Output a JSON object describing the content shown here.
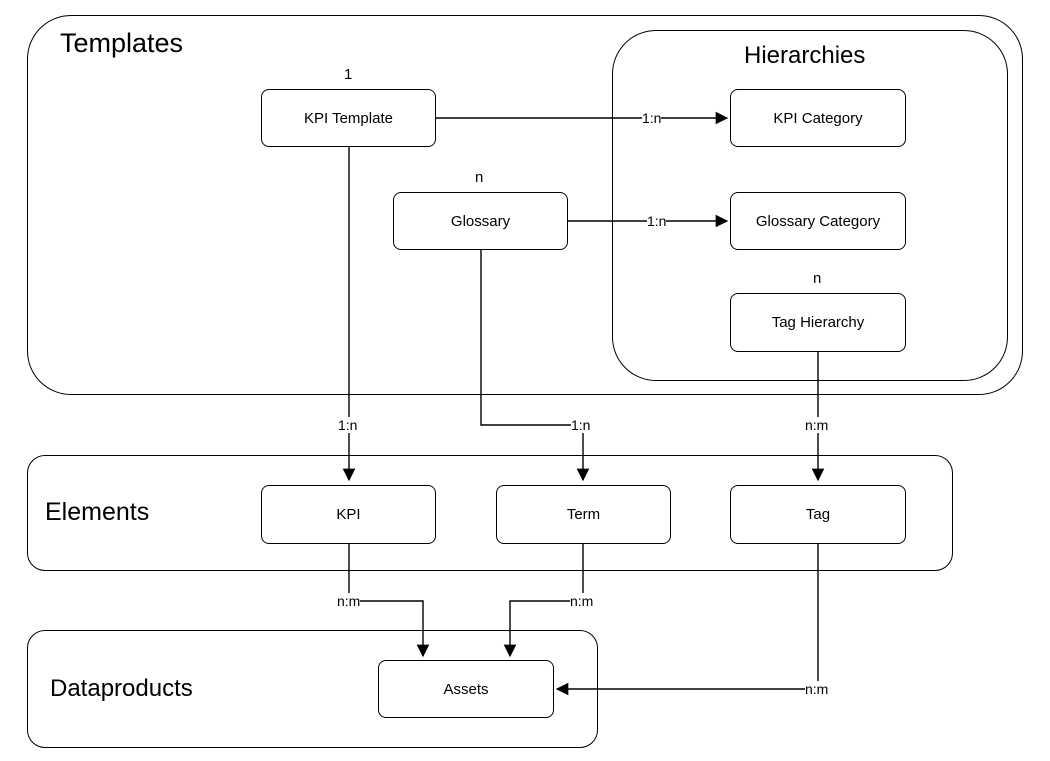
{
  "groups": {
    "templates": "Templates",
    "hierarchies": "Hierarchies",
    "elements": "Elements",
    "dataproducts": "Dataproducts"
  },
  "nodes": {
    "kpi_template": "KPI Template",
    "kpi_category": "KPI Category",
    "glossary": "Glossary",
    "glossary_category": "Glossary Category",
    "tag_hierarchy": "Tag Hierarchy",
    "kpi": "KPI",
    "term": "Term",
    "tag": "Tag",
    "assets": "Assets"
  },
  "cardinalities": {
    "kpi_template_top": "1",
    "glossary_top": "n",
    "tag_hierarchy_top": "n"
  },
  "edges": {
    "kpi_template_to_kpi_category": "1:n",
    "glossary_to_glossary_category": "1:n",
    "kpi_template_to_kpi": "1:n",
    "glossary_to_term": "1:n",
    "tag_hierarchy_to_tag": "n:m",
    "kpi_to_assets": "n:m",
    "term_to_assets": "n:m",
    "tag_to_assets": "n:m"
  }
}
